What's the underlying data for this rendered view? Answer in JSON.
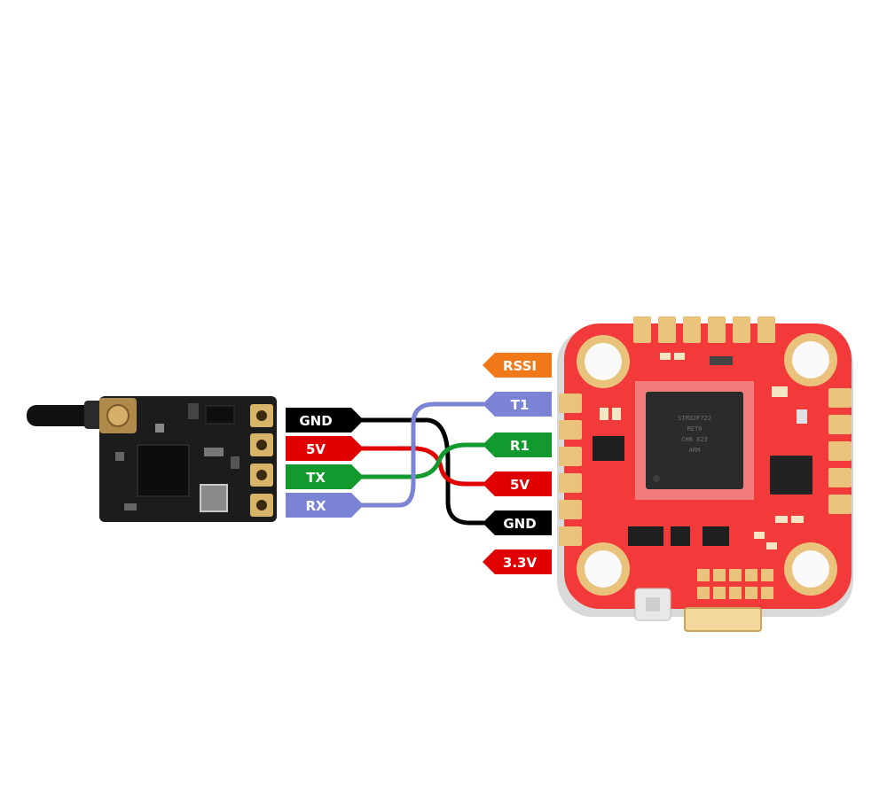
{
  "receiver": {
    "pin_labels": [
      {
        "text": "GND",
        "color": "#000000"
      },
      {
        "text": "5V",
        "color": "#e00000"
      },
      {
        "text": "TX",
        "color": "#139a2e"
      },
      {
        "text": "RX",
        "color": "#7b83d4"
      }
    ]
  },
  "flight_controller": {
    "pin_labels": [
      {
        "text": "RSSI",
        "color": "#f07818"
      },
      {
        "text": "T1",
        "color": "#7b83d4"
      },
      {
        "text": "R1",
        "color": "#139a2e"
      },
      {
        "text": "5V",
        "color": "#e00000"
      },
      {
        "text": "GND",
        "color": "#000000"
      },
      {
        "text": "3.3V",
        "color": "#e00000"
      }
    ],
    "chip_marking": [
      "STM32F722",
      "RET6",
      "CHN 823",
      "ARM"
    ]
  },
  "wires": [
    {
      "from": "RX",
      "to": "T1",
      "color": "#7b83d4"
    },
    {
      "from": "TX",
      "to": "R1",
      "color": "#139a2e"
    },
    {
      "from": "5V",
      "to": "5V",
      "color": "#e00000"
    },
    {
      "from": "GND",
      "to": "GND",
      "color": "#000000"
    }
  ],
  "colors": {
    "background": "#ffffff",
    "receiver_board": "#1a1a1a",
    "fc_board": "#f23a3a",
    "gold_pad": "#e9c27c"
  }
}
